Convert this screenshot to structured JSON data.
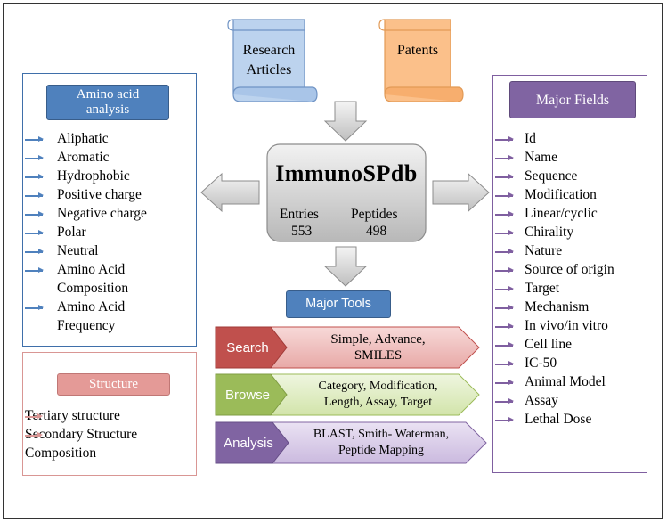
{
  "center": {
    "title": "ImmunoSPdb",
    "entries_label": "Entries",
    "entries_value": "553",
    "peptides_label": "Peptides",
    "peptides_value": "498"
  },
  "sources": {
    "research_line1": "Research",
    "research_line2": "Articles",
    "patents": "Patents"
  },
  "amino_acid": {
    "title_line1": "Amino acid",
    "title_line2": "analysis",
    "items": [
      "Aliphatic",
      "Aromatic",
      "Hydrophobic",
      "Positive charge",
      "Negative charge",
      "Polar",
      "Neutral",
      "Amino Acid",
      "Composition",
      "Amino Acid",
      "Frequency"
    ]
  },
  "structure": {
    "title": "Structure",
    "items": [
      "Tertiary structure",
      "Secondary Structure",
      "Composition"
    ]
  },
  "major_fields": {
    "title": "Major Fields",
    "items": [
      "Id",
      "Name",
      "Sequence",
      "Modification",
      "Linear/cyclic",
      "Chirality",
      "Nature",
      "Source of origin",
      "Target",
      "Mechanism",
      "In vivo/in vitro",
      "Cell line",
      "IC-50",
      "Animal Model",
      "Assay",
      "Lethal Dose"
    ]
  },
  "major_tools": {
    "title": "Major Tools",
    "tools": [
      {
        "label": "Search",
        "desc_line1": "Simple, Advance,",
        "desc_line2": "SMILES"
      },
      {
        "label": "Browse",
        "desc_line1": "Category, Modification,",
        "desc_line2": "Length, Assay, Target"
      },
      {
        "label": "Analysis",
        "desc_line1": "BLAST, Smith- Waterman,",
        "desc_line2": "Peptide Mapping"
      }
    ]
  },
  "colors": {
    "blue": "#4F81BD",
    "purple": "#8064A2",
    "salmon": "#E49A97",
    "search_red": "#C0504D",
    "browse_green": "#9BBB59",
    "analysis_purple": "#8064A2",
    "scroll_blue": "#BCD3EE",
    "scroll_orange": "#FBC08A"
  }
}
